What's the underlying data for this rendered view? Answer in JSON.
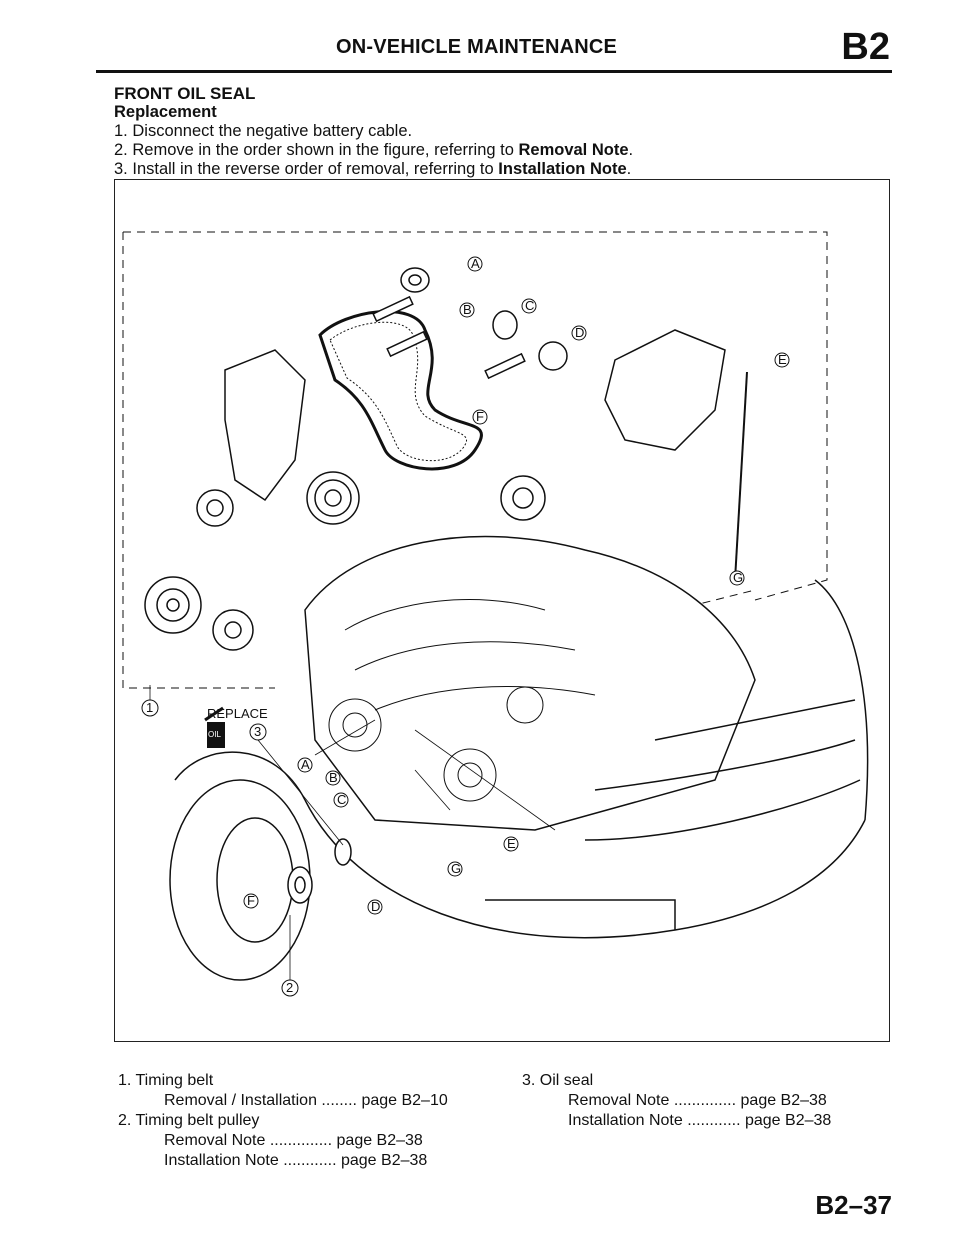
{
  "header": {
    "title": "ON-VEHICLE MAINTENANCE",
    "section_code": "B2"
  },
  "intro": {
    "heading": "FRONT OIL SEAL",
    "subheading": "Replacement",
    "steps": [
      {
        "num": "1.",
        "text": "Disconnect the negative battery cable.",
        "bold": "",
        "end": ""
      },
      {
        "num": "2.",
        "text": "Remove in the order shown in the figure, referring to ",
        "bold": "Removal Note",
        "end": "."
      },
      {
        "num": "3.",
        "text": "Install in the reverse order of removal, referring to ",
        "bold": "Installation Note",
        "end": "."
      }
    ]
  },
  "figure": {
    "replace_label": "REPLACE",
    "oil_label": "OIL",
    "callouts": [
      "A",
      "B",
      "C",
      "D",
      "E",
      "F",
      "G",
      "1",
      "2",
      "3"
    ]
  },
  "legend": {
    "left": [
      {
        "item": "1.  Timing belt",
        "subs": [
          {
            "label": "Removal / Installation",
            "dots": "........",
            "page": "page B2–10"
          }
        ]
      },
      {
        "item": "2.  Timing belt pulley",
        "subs": [
          {
            "label": "Removal Note",
            "dots": "..............",
            "page": "page B2–38"
          },
          {
            "label": "Installation Note",
            "dots": "............",
            "page": "page B2–38"
          }
        ]
      }
    ],
    "right": [
      {
        "item": "3.  Oil seal",
        "subs": [
          {
            "label": "Removal Note",
            "dots": "..............",
            "page": "page B2–38"
          },
          {
            "label": "Installation Note",
            "dots": "............",
            "page": "page B2–38"
          }
        ]
      }
    ]
  },
  "page_number": "B2–37"
}
